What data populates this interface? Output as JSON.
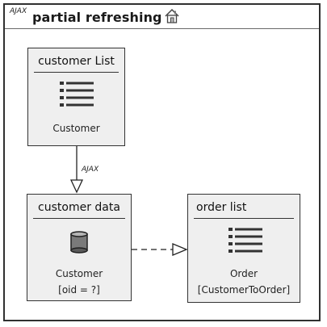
{
  "header": {
    "badge": "AJAX",
    "title": "partial refreshing",
    "icon": "home-icon"
  },
  "nodes": {
    "customer_list": {
      "title": "customer List",
      "entity": "Customer",
      "icon": "list-icon"
    },
    "customer_data": {
      "title": "customer data",
      "entity": "Customer",
      "condition": "[oid = ?]",
      "icon": "database-icon"
    },
    "order_list": {
      "title": "order list",
      "entity": "Order",
      "condition": "[CustomerToOrder]",
      "icon": "list-icon"
    }
  },
  "edges": {
    "list_to_data": {
      "label": "AJAX",
      "style": "solid"
    },
    "data_to_orders": {
      "label": "",
      "style": "dashed"
    }
  },
  "colors": {
    "node_fill": "#efefef",
    "border": "#333333"
  }
}
